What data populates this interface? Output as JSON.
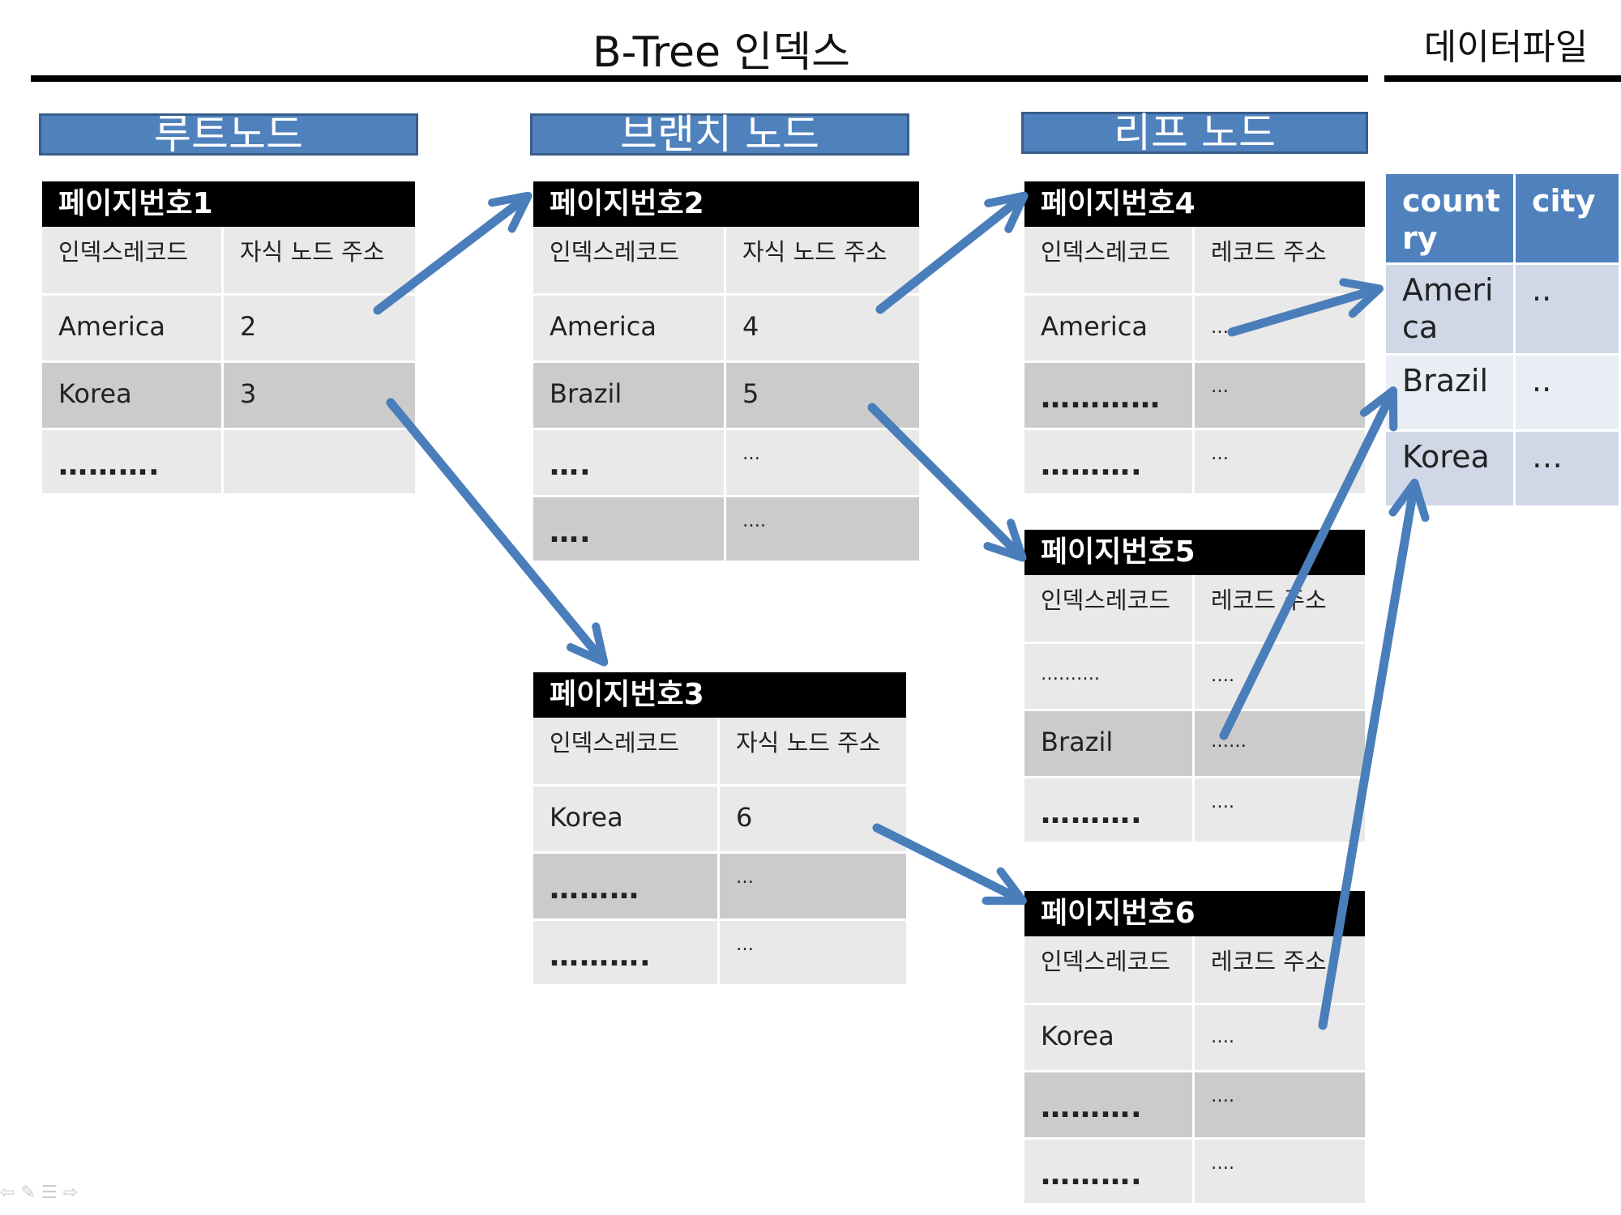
{
  "title": "B-Tree 인덱스",
  "data_file_title": "데이터파일",
  "colors": {
    "header_blue": "#4f81bd",
    "header_border": "#385d8a",
    "arrow": "#4a7ebb",
    "cell_light": "#e9e9e9",
    "cell_dark": "#cbcbcb"
  },
  "levels": {
    "root": "루트노드",
    "branch": "브랜치 노드",
    "leaf": "리프 노드"
  },
  "pages": [
    {
      "title": "페이지번호1",
      "col1": "인덱스레코드",
      "col2": "자식 노드 주소",
      "rows": [
        [
          "America",
          "2"
        ],
        [
          "Korea",
          "3"
        ],
        [
          "……….",
          ""
        ]
      ]
    },
    {
      "title": "페이지번호2",
      "col1": "인덱스레코드",
      "col2": "자식 노드 주소",
      "rows": [
        [
          "America",
          "4"
        ],
        [
          "Brazil",
          "5"
        ],
        [
          "….",
          "…"
        ],
        [
          "….",
          "…."
        ]
      ]
    },
    {
      "title": "페이지번호3",
      "col1": "인덱스레코드",
      "col2": "자식 노드 주소",
      "rows": [
        [
          "Korea",
          "6"
        ],
        [
          "………",
          "…"
        ],
        [
          "……….",
          "…"
        ]
      ]
    },
    {
      "title": "페이지번호4",
      "col1": "인덱스레코드",
      "col2": "레코드 주소",
      "rows": [
        [
          "America",
          "…."
        ],
        [
          "…………",
          "…"
        ],
        [
          "……….",
          "…"
        ]
      ]
    },
    {
      "title": "페이지번호5",
      "col1": "인덱스레코드",
      "col2": "레코드 주소",
      "rows": [
        [
          "……….",
          "…."
        ],
        [
          "Brazil",
          "……"
        ],
        [
          "……….",
          "…."
        ]
      ]
    },
    {
      "title": "페이지번호6",
      "col1": "인덱스레코드",
      "col2": "레코드 주소",
      "rows": [
        [
          "Korea",
          "…."
        ],
        [
          "……….",
          "…."
        ],
        [
          "……….",
          "…."
        ]
      ]
    }
  ],
  "data_file": {
    "headers": [
      "count\nry",
      "city"
    ],
    "rows": [
      [
        "Ameri\nca",
        ".."
      ],
      [
        "Brazil",
        ".."
      ],
      [
        "Korea",
        "…"
      ]
    ]
  },
  "corner_icons": [
    "back-icon",
    "pen-icon",
    "menu-icon",
    "forward-icon"
  ]
}
